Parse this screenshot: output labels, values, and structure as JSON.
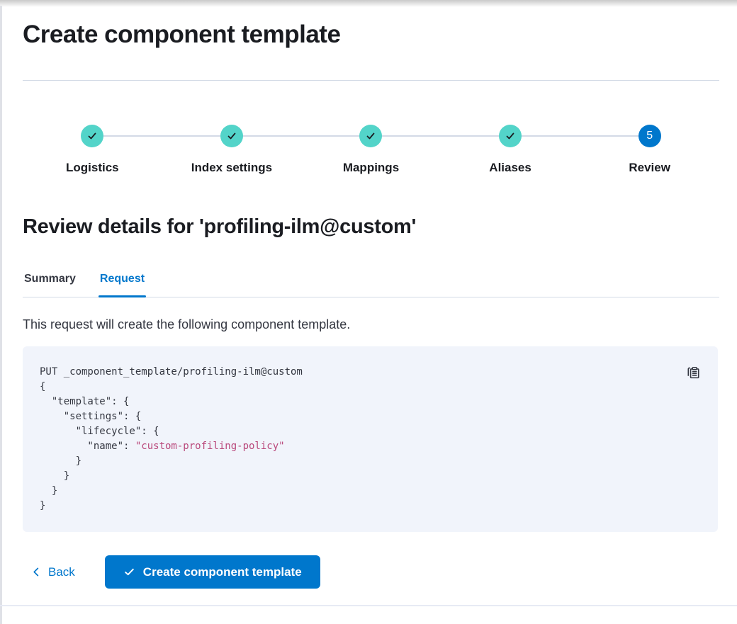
{
  "page": {
    "title": "Create component template"
  },
  "stepper": {
    "steps": [
      {
        "label": "Logistics",
        "status": "complete"
      },
      {
        "label": "Index settings",
        "status": "complete"
      },
      {
        "label": "Mappings",
        "status": "complete"
      },
      {
        "label": "Aliases",
        "status": "complete"
      },
      {
        "label": "Review",
        "status": "current",
        "number": "5"
      }
    ]
  },
  "review": {
    "heading": "Review details for 'profiling-ilm@custom'",
    "tabs": {
      "summary": "Summary",
      "request": "Request",
      "active_tab": "Request"
    },
    "description": "This request will create the following component template."
  },
  "code": {
    "line1": "PUT _component_template/profiling-ilm@custom",
    "line2": "{",
    "line3": "  \"template\": {",
    "line4": "    \"settings\": {",
    "line5": "      \"lifecycle\": {",
    "line6_key": "        \"name\": ",
    "line6_value": "\"custom-profiling-policy\"",
    "line7": "      }",
    "line8": "    }",
    "line9": "  }",
    "line10": "}"
  },
  "footer": {
    "back": "Back",
    "submit": "Create component template"
  },
  "icons": {
    "step_complete": "check-icon",
    "current_step": "step-number-badge",
    "copy": "copy-clipboard-icon",
    "back": "chevron-left-icon",
    "submit": "check-icon"
  },
  "colors": {
    "primary_blue": "#0077cc",
    "step_complete_teal": "#53d4c9",
    "heading_text": "#1a1c21",
    "body_text": "#343741",
    "divider": "#d3dae6",
    "code_background": "#f1f4fb",
    "code_string_pink": "#b9487b",
    "button_text": "#ffffff"
  }
}
